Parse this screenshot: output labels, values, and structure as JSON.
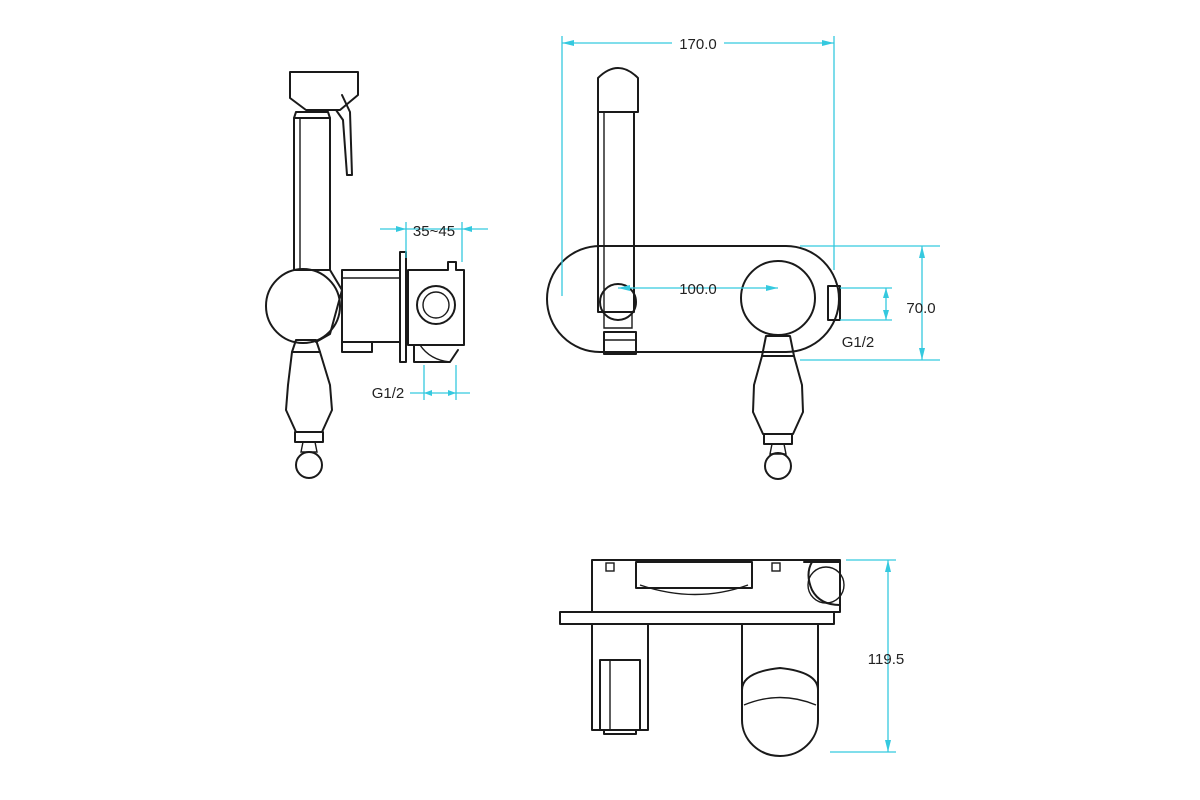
{
  "dimensions": {
    "side_wall_depth": "35~45",
    "side_thread": "G1/2",
    "front_overall_width": "170.0",
    "front_center_distance": "100.0",
    "front_height": "70.0",
    "front_thread": "G1/2",
    "bottom_depth": "119.5"
  },
  "colors": {
    "outline": "#1a1a1a",
    "dimension_line": "#35c9df"
  }
}
